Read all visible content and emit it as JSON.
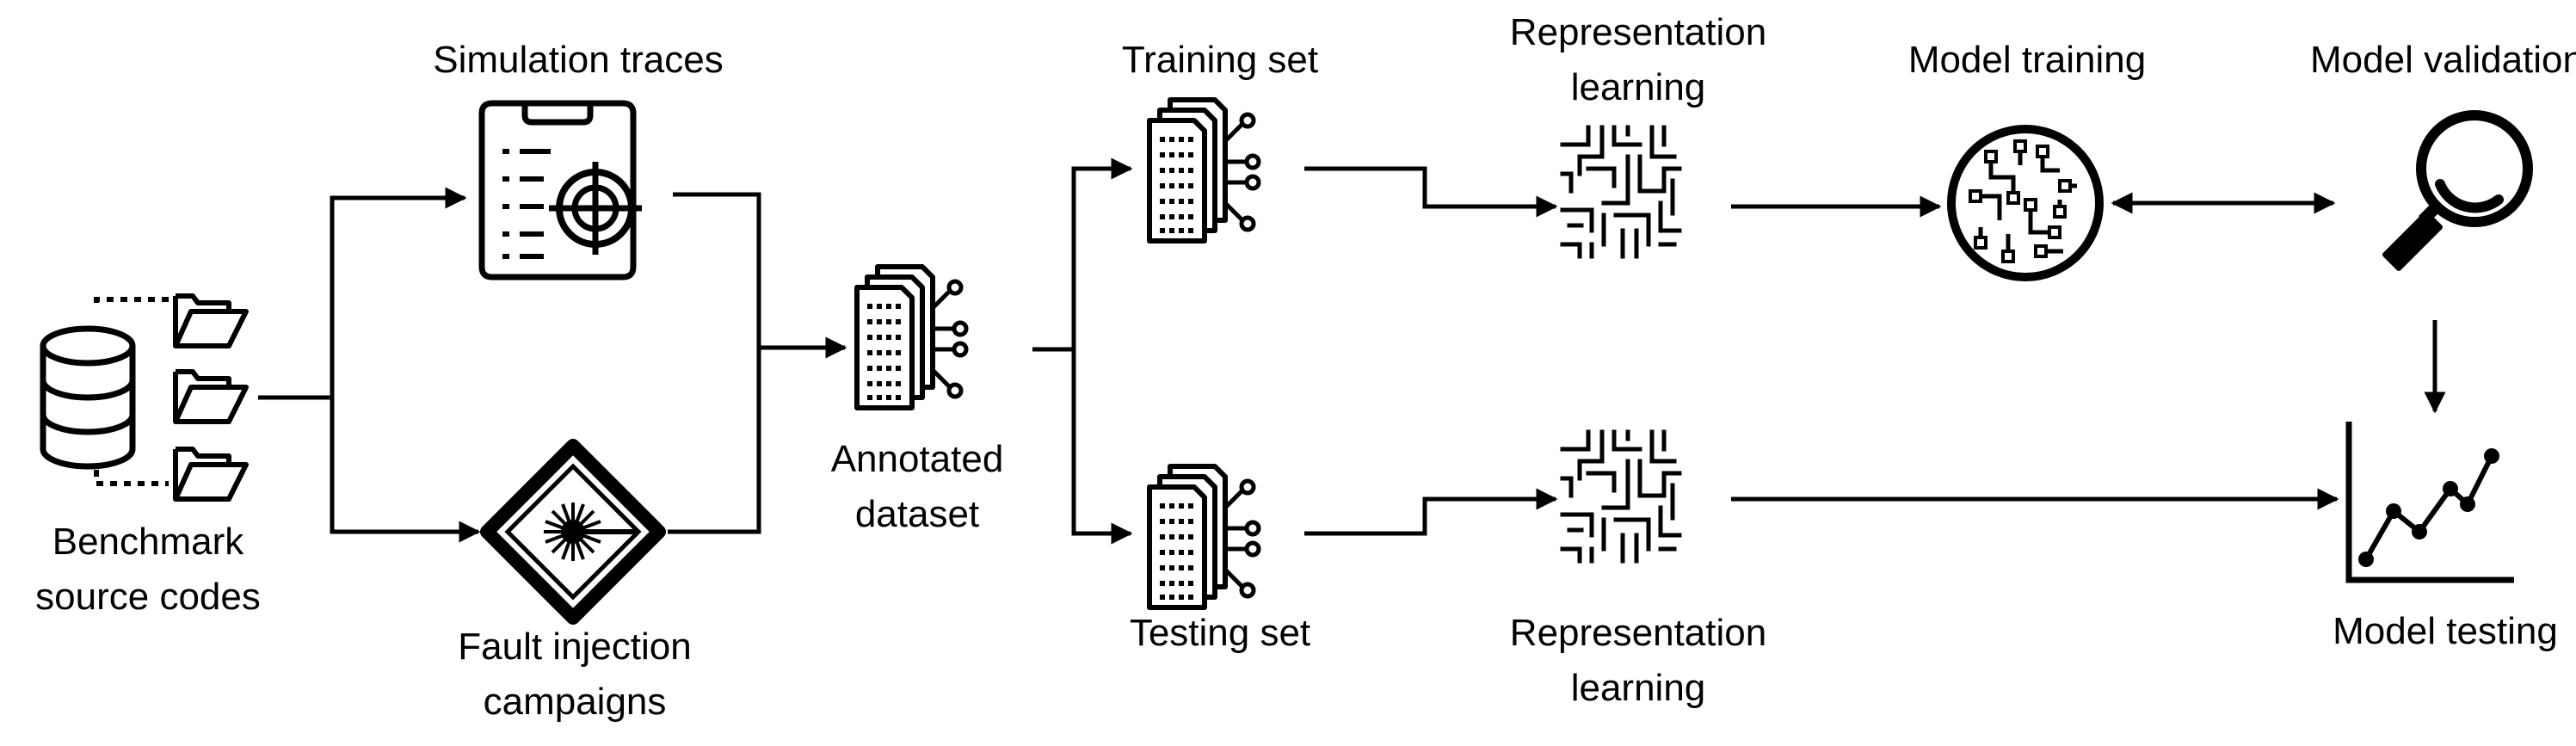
{
  "labels": {
    "benchmark": [
      "Benchmark",
      "source codes"
    ],
    "simulation": [
      "Simulation traces"
    ],
    "fault": [
      "Fault injection",
      "campaigns"
    ],
    "annotated": [
      "Annotated",
      "dataset"
    ],
    "training_set": [
      "Training set"
    ],
    "testing_set": [
      "Testing set"
    ],
    "repr_top": [
      "Representation",
      "learning"
    ],
    "repr_bottom": [
      "Representation",
      "learning"
    ],
    "model_training": [
      "Model training"
    ],
    "model_validation": [
      "Model validation"
    ],
    "model_testing": [
      "Model testing"
    ]
  },
  "icons": {
    "benchmark": "database-with-folders-icon",
    "simulation": "clipboard-target-icon",
    "fault": "laser-diamond-icon",
    "annotated": "document-stack-icon",
    "training_set": "document-stack-icon",
    "testing_set": "document-stack-icon",
    "repr": "maze-pattern-icon",
    "model_training": "circuit-brain-icon",
    "model_validation": "magnifier-icon",
    "model_testing": "line-chart-icon"
  },
  "colors": {
    "stroke": "#000000",
    "background": "#ffffff"
  }
}
